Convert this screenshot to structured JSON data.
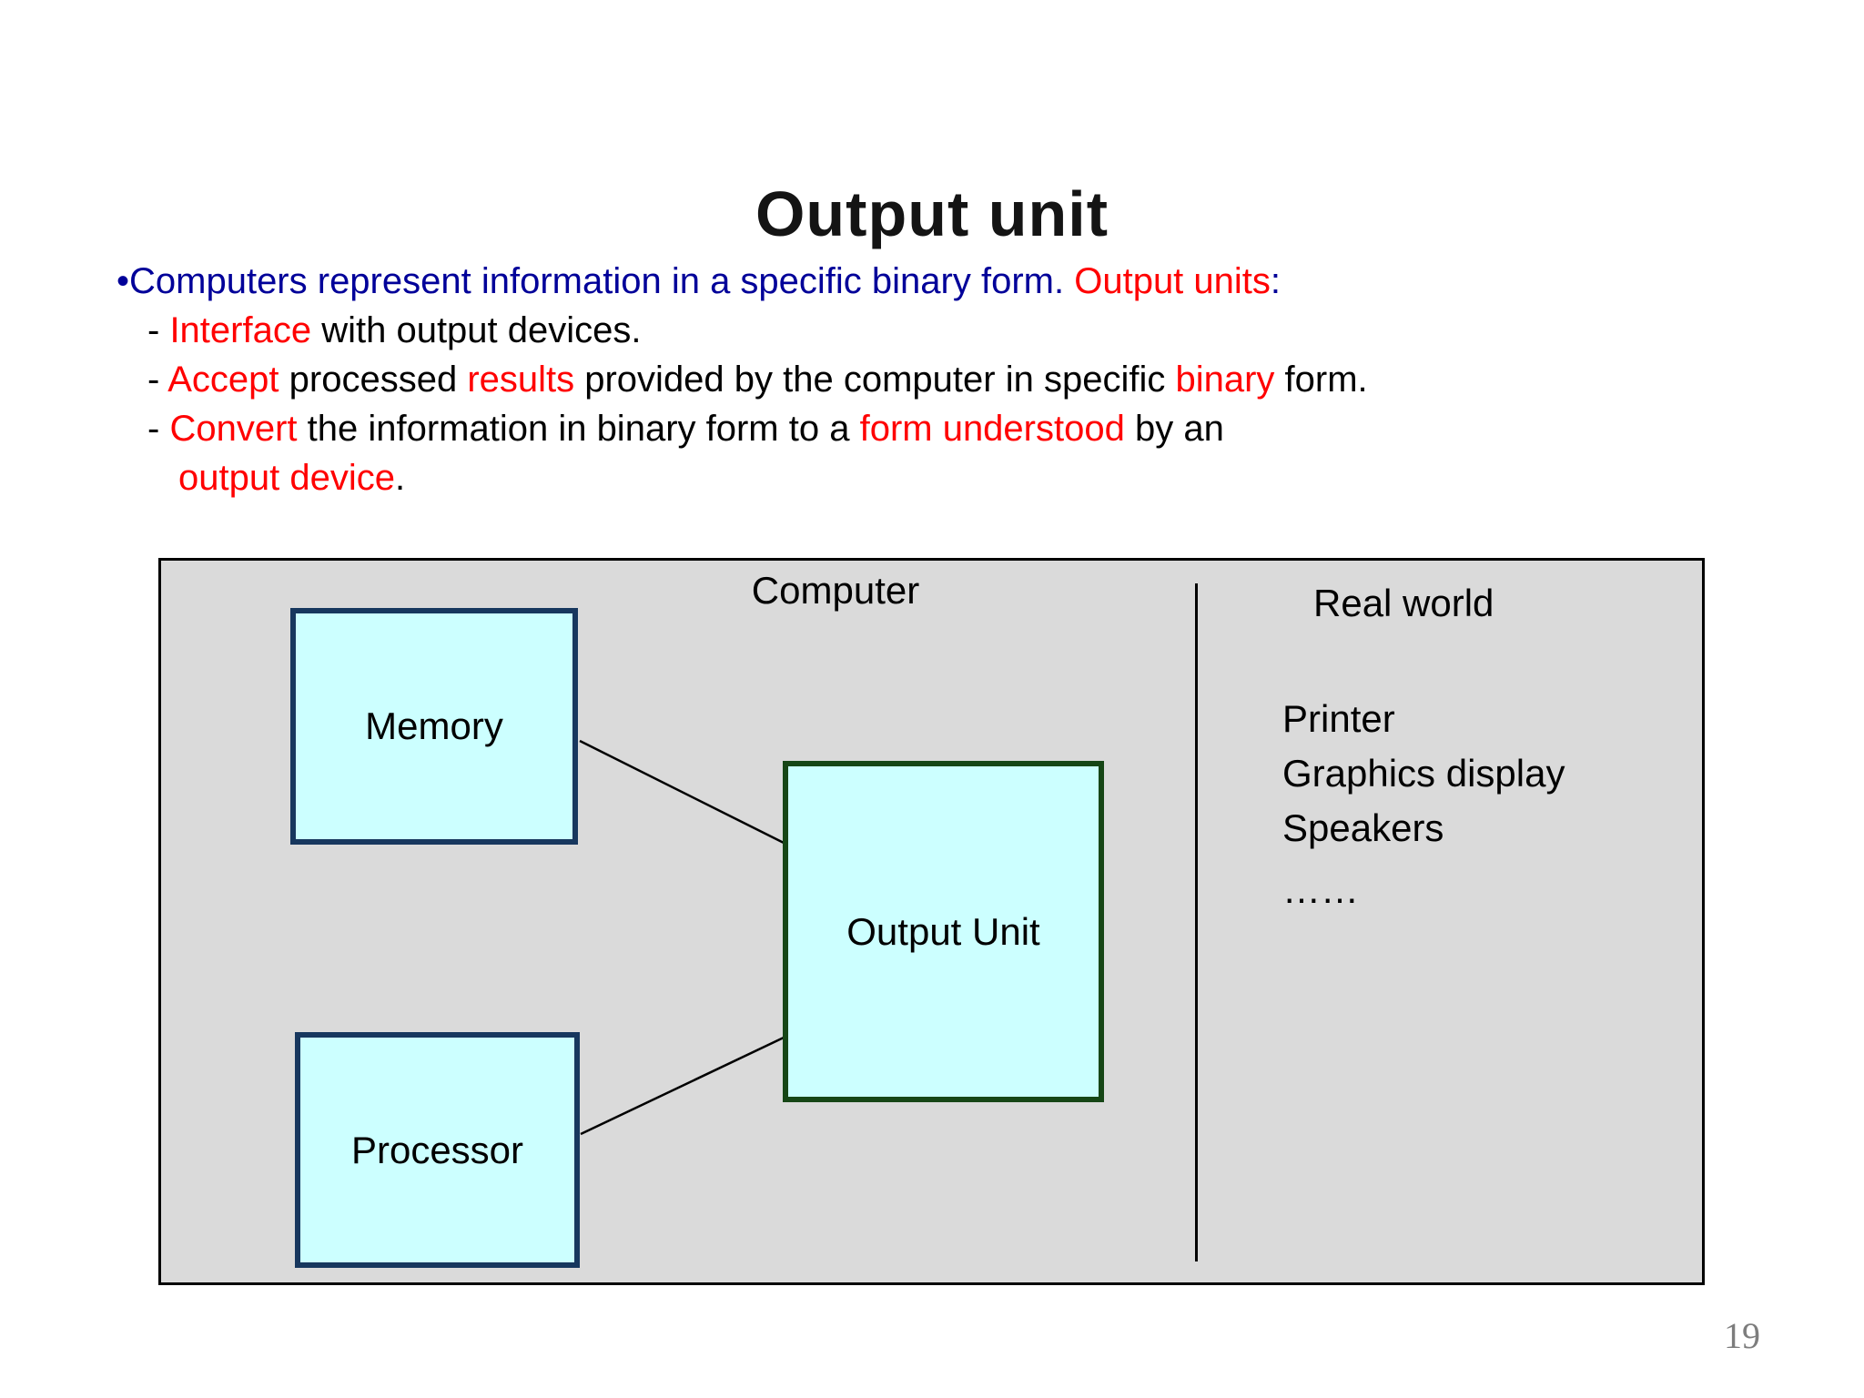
{
  "slide": {
    "title": "Output unit",
    "page_number": "19"
  },
  "bullet_lines": [
    {
      "indent": 0,
      "segments": [
        {
          "t": "•Computers represent information in a specific binary form. ",
          "c": "blue"
        },
        {
          "t": "Output units",
          "c": "red"
        },
        {
          "t": ":",
          "c": "blue"
        }
      ]
    },
    {
      "indent": 1,
      "segments": [
        {
          "t": "- ",
          "c": "black"
        },
        {
          "t": "Interface",
          "c": "red"
        },
        {
          "t": " with output devices.",
          "c": "black"
        }
      ]
    },
    {
      "indent": 1,
      "segments": [
        {
          "t": "- ",
          "c": "black"
        },
        {
          "t": "Accept",
          "c": "red"
        },
        {
          "t": " processed ",
          "c": "black"
        },
        {
          "t": "results",
          "c": "red"
        },
        {
          "t": " provided by the computer in specific ",
          "c": "black"
        },
        {
          "t": "binary",
          "c": "red"
        },
        {
          "t": " form.",
          "c": "black"
        }
      ]
    },
    {
      "indent": 1,
      "segments": [
        {
          "t": "- ",
          "c": "black"
        },
        {
          "t": "Convert",
          "c": "red"
        },
        {
          "t": " the information in binary form to a ",
          "c": "black"
        },
        {
          "t": "form understood",
          "c": "red"
        },
        {
          "t": " by an",
          "c": "black"
        }
      ]
    },
    {
      "indent": 2,
      "segments": [
        {
          "t": "output device",
          "c": "red"
        },
        {
          "t": ".",
          "c": "black"
        }
      ]
    }
  ],
  "diagram": {
    "computer_label": "Computer",
    "real_world_label": "Real world",
    "memory_label": "Memory",
    "processor_label": "Processor",
    "output_unit_label": "Output Unit",
    "devices": [
      "Printer",
      "Graphics display",
      "Speakers",
      "……"
    ]
  },
  "colors": {
    "text_blue": "#000099",
    "text_red": "#ff0000",
    "text_black": "#000000",
    "panel_fill": "#dadada",
    "panel_border": "#000000",
    "box_fill": "#ccffff",
    "box_border_navy": "#17375e",
    "box_border_green": "#164616",
    "page_number_gray": "#7d7d7d"
  }
}
